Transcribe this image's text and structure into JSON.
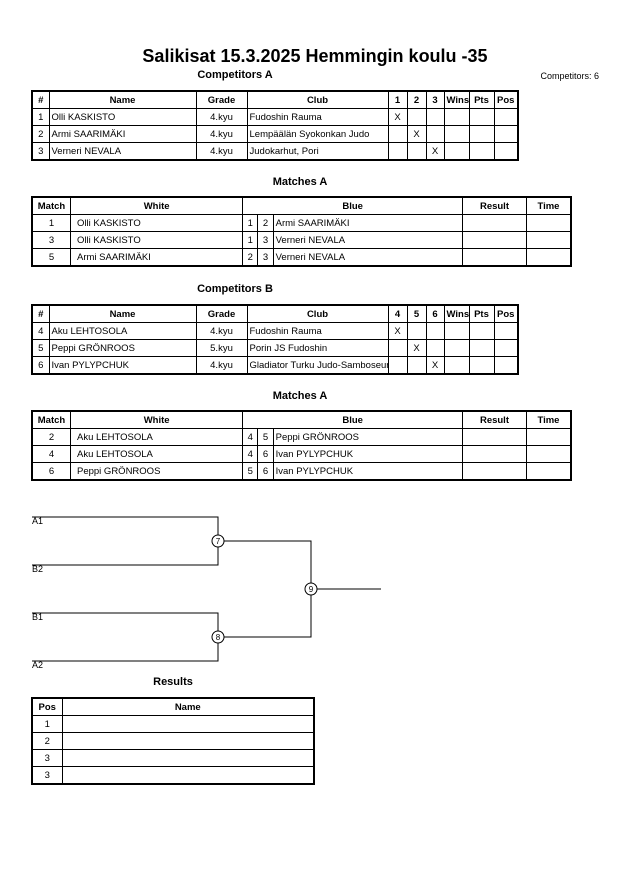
{
  "title": "Salikisat  15.3.2025  Hemmingin koulu   -35",
  "competitors_count": "Competitors: 6",
  "competitors_a": {
    "heading": "Competitors A",
    "headers": [
      "#",
      "Name",
      "Grade",
      "Club",
      "1",
      "2",
      "3",
      "Wins",
      "Pts",
      "Pos"
    ],
    "rows": [
      {
        "num": "1",
        "name": "Olli KASKISTO",
        "grade": "4.kyu",
        "club": "Fudoshin Rauma",
        "m1": "X",
        "m2": "",
        "m3": "",
        "wins": "",
        "pts": "",
        "pos": ""
      },
      {
        "num": "2",
        "name": "Armi SAARIMÄKI",
        "grade": "4.kyu",
        "club": "Lempäälän Syokonkan Judo",
        "m1": "",
        "m2": "X",
        "m3": "",
        "wins": "",
        "pts": "",
        "pos": ""
      },
      {
        "num": "3",
        "name": "Verneri NEVALA",
        "grade": "4.kyu",
        "club": "Judokarhut, Pori",
        "m1": "",
        "m2": "",
        "m3": "X",
        "wins": "",
        "pts": "",
        "pos": ""
      }
    ]
  },
  "matches_a": {
    "heading": "Matches A",
    "headers": [
      "Match",
      "White",
      "Blue",
      "Result",
      "Time"
    ],
    "rows": [
      {
        "match": "1",
        "white": "Olli KASKISTO",
        "w": "1",
        "b": "2",
        "blue": "Armi SAARIMÄKI",
        "result": "",
        "time": ""
      },
      {
        "match": "3",
        "white": "Olli KASKISTO",
        "w": "1",
        "b": "3",
        "blue": "Verneri NEVALA",
        "result": "",
        "time": ""
      },
      {
        "match": "5",
        "white": "Armi SAARIMÄKI",
        "w": "2",
        "b": "3",
        "blue": "Verneri NEVALA",
        "result": "",
        "time": ""
      }
    ]
  },
  "competitors_b": {
    "heading": "Competitors B",
    "headers": [
      "#",
      "Name",
      "Grade",
      "Club",
      "4",
      "5",
      "6",
      "Wins",
      "Pts",
      "Pos"
    ],
    "rows": [
      {
        "num": "4",
        "name": "Aku LEHTOSOLA",
        "grade": "4.kyu",
        "club": "Fudoshin Rauma",
        "m1": "X",
        "m2": "",
        "m3": "",
        "wins": "",
        "pts": "",
        "pos": ""
      },
      {
        "num": "5",
        "name": "Peppi GRÖNROOS",
        "grade": "5.kyu",
        "club": "Porin JS Fudoshin",
        "m1": "",
        "m2": "X",
        "m3": "",
        "wins": "",
        "pts": "",
        "pos": ""
      },
      {
        "num": "6",
        "name": "Ivan PYLYPCHUK",
        "grade": "4.kyu",
        "club": "Gladiator Turku Judo-Samboseura",
        "m1": "",
        "m2": "",
        "m3": "X",
        "wins": "",
        "pts": "",
        "pos": ""
      }
    ]
  },
  "matches_b": {
    "heading": "Matches A",
    "headers": [
      "Match",
      "White",
      "Blue",
      "Result",
      "Time"
    ],
    "rows": [
      {
        "match": "2",
        "white": "Aku LEHTOSOLA",
        "w": "4",
        "b": "5",
        "blue": "Peppi GRÖNROOS",
        "result": "",
        "time": ""
      },
      {
        "match": "4",
        "white": "Aku LEHTOSOLA",
        "w": "4",
        "b": "6",
        "blue": "Ivan PYLYPCHUK",
        "result": "",
        "time": ""
      },
      {
        "match": "6",
        "white": "Peppi GRÖNROOS",
        "w": "5",
        "b": "6",
        "blue": "Ivan PYLYPCHUK",
        "result": "",
        "time": ""
      }
    ]
  },
  "bracket": {
    "labels": [
      "A1",
      "B2",
      "B1",
      "A2"
    ],
    "nodes": [
      "7",
      "8",
      "9"
    ]
  },
  "results": {
    "heading": "Results",
    "headers": [
      "Pos",
      "Name"
    ],
    "rows": [
      {
        "pos": "1",
        "name": ""
      },
      {
        "pos": "2",
        "name": ""
      },
      {
        "pos": "3",
        "name": ""
      },
      {
        "pos": "3",
        "name": ""
      }
    ]
  }
}
